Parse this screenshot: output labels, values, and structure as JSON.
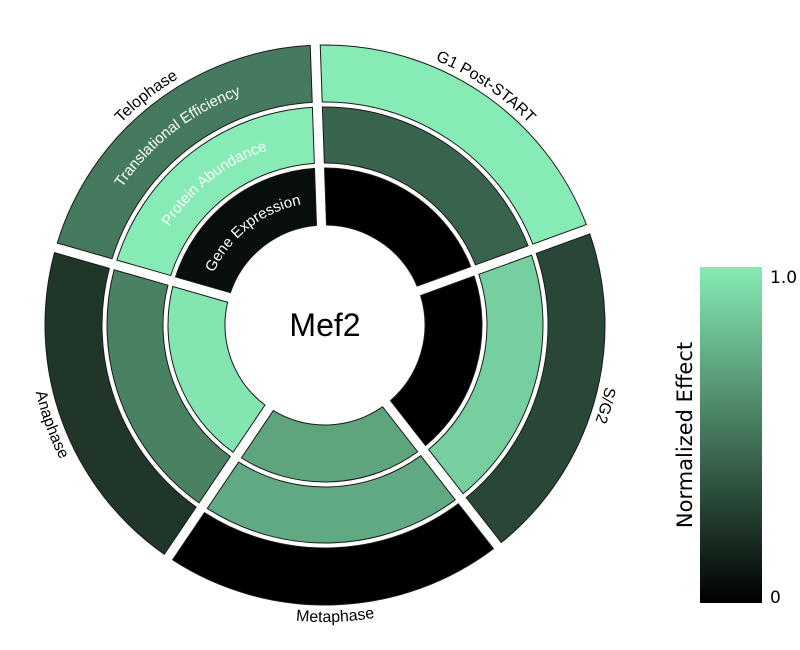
{
  "chart_data": {
    "type": "sunburst",
    "title": "Mef2",
    "rings": [
      "Gene Expression",
      "Protein Abundance",
      "Translational Efficiency"
    ],
    "phases": [
      {
        "name": "G1 Post-START",
        "values": [
          0.0,
          0.42,
          1.0
        ]
      },
      {
        "name": "S/G2",
        "values": [
          0.0,
          0.88,
          0.3
        ]
      },
      {
        "name": "Metaphase",
        "values": [
          0.7,
          0.72,
          0.0
        ]
      },
      {
        "name": "Anaphase",
        "values": [
          0.98,
          0.55,
          0.23
        ]
      },
      {
        "name": "Telophase",
        "values": [
          0.06,
          1.0,
          0.52
        ]
      }
    ],
    "colorbar": {
      "label": "Normalized Effect",
      "min_label": "0",
      "max_label": "1.0",
      "range": [
        0,
        1
      ]
    },
    "colors": {
      "low": "#000000",
      "high": "#86EBB4"
    }
  }
}
